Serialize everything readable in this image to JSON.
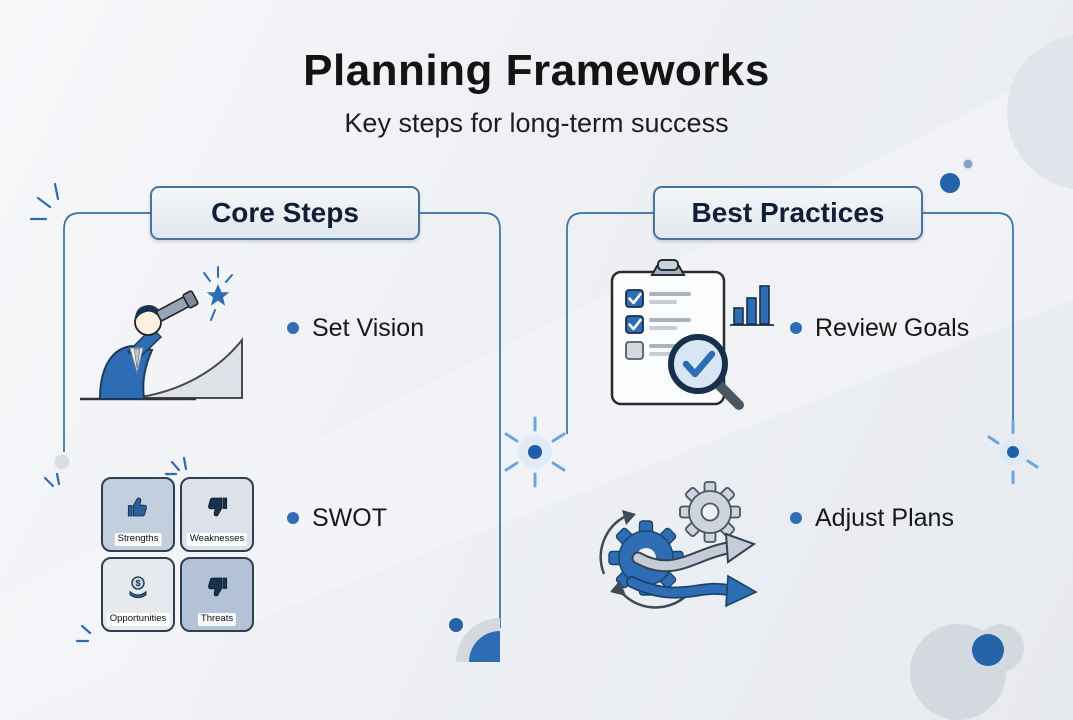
{
  "header": {
    "title": "Planning Frameworks",
    "subtitle": "Key steps for long-term success"
  },
  "columns": [
    {
      "header": "Core Steps",
      "items": [
        {
          "label": "Set Vision",
          "illustration": "person-telescope-star-illustration"
        },
        {
          "label": "SWOT",
          "illustration": "swot-2x2-grid-illustration"
        }
      ]
    },
    {
      "header": "Best Practices",
      "items": [
        {
          "label": "Review Goals",
          "illustration": "clipboard-checklist-magnifier-illustration"
        },
        {
          "label": "Adjust Plans",
          "illustration": "gears-arrows-illustration"
        }
      ]
    }
  ],
  "swot_grid": {
    "cells": [
      {
        "label": "Strengths",
        "icon": "thumbs-up-icon"
      },
      {
        "label": "Weaknesses",
        "icon": "thumbs-down-icon"
      },
      {
        "label": "Opportunities",
        "icon": "hand-coin-icon",
        "coin_symbol": "$"
      },
      {
        "label": "Threats",
        "icon": "thumbs-down-icon"
      }
    ]
  },
  "decorations": {
    "icons": [
      "sparkle-burst-icon",
      "starburst-icon",
      "dot-icon",
      "quarter-circle-icon",
      "corner-circle-icon"
    ]
  },
  "colors": {
    "accent_blue": "#2e6db4",
    "dark_navy": "#17324f",
    "bracket_blue": "#3a6ea8",
    "light_grey": "#d4d8df",
    "background": "#eef0f4"
  }
}
